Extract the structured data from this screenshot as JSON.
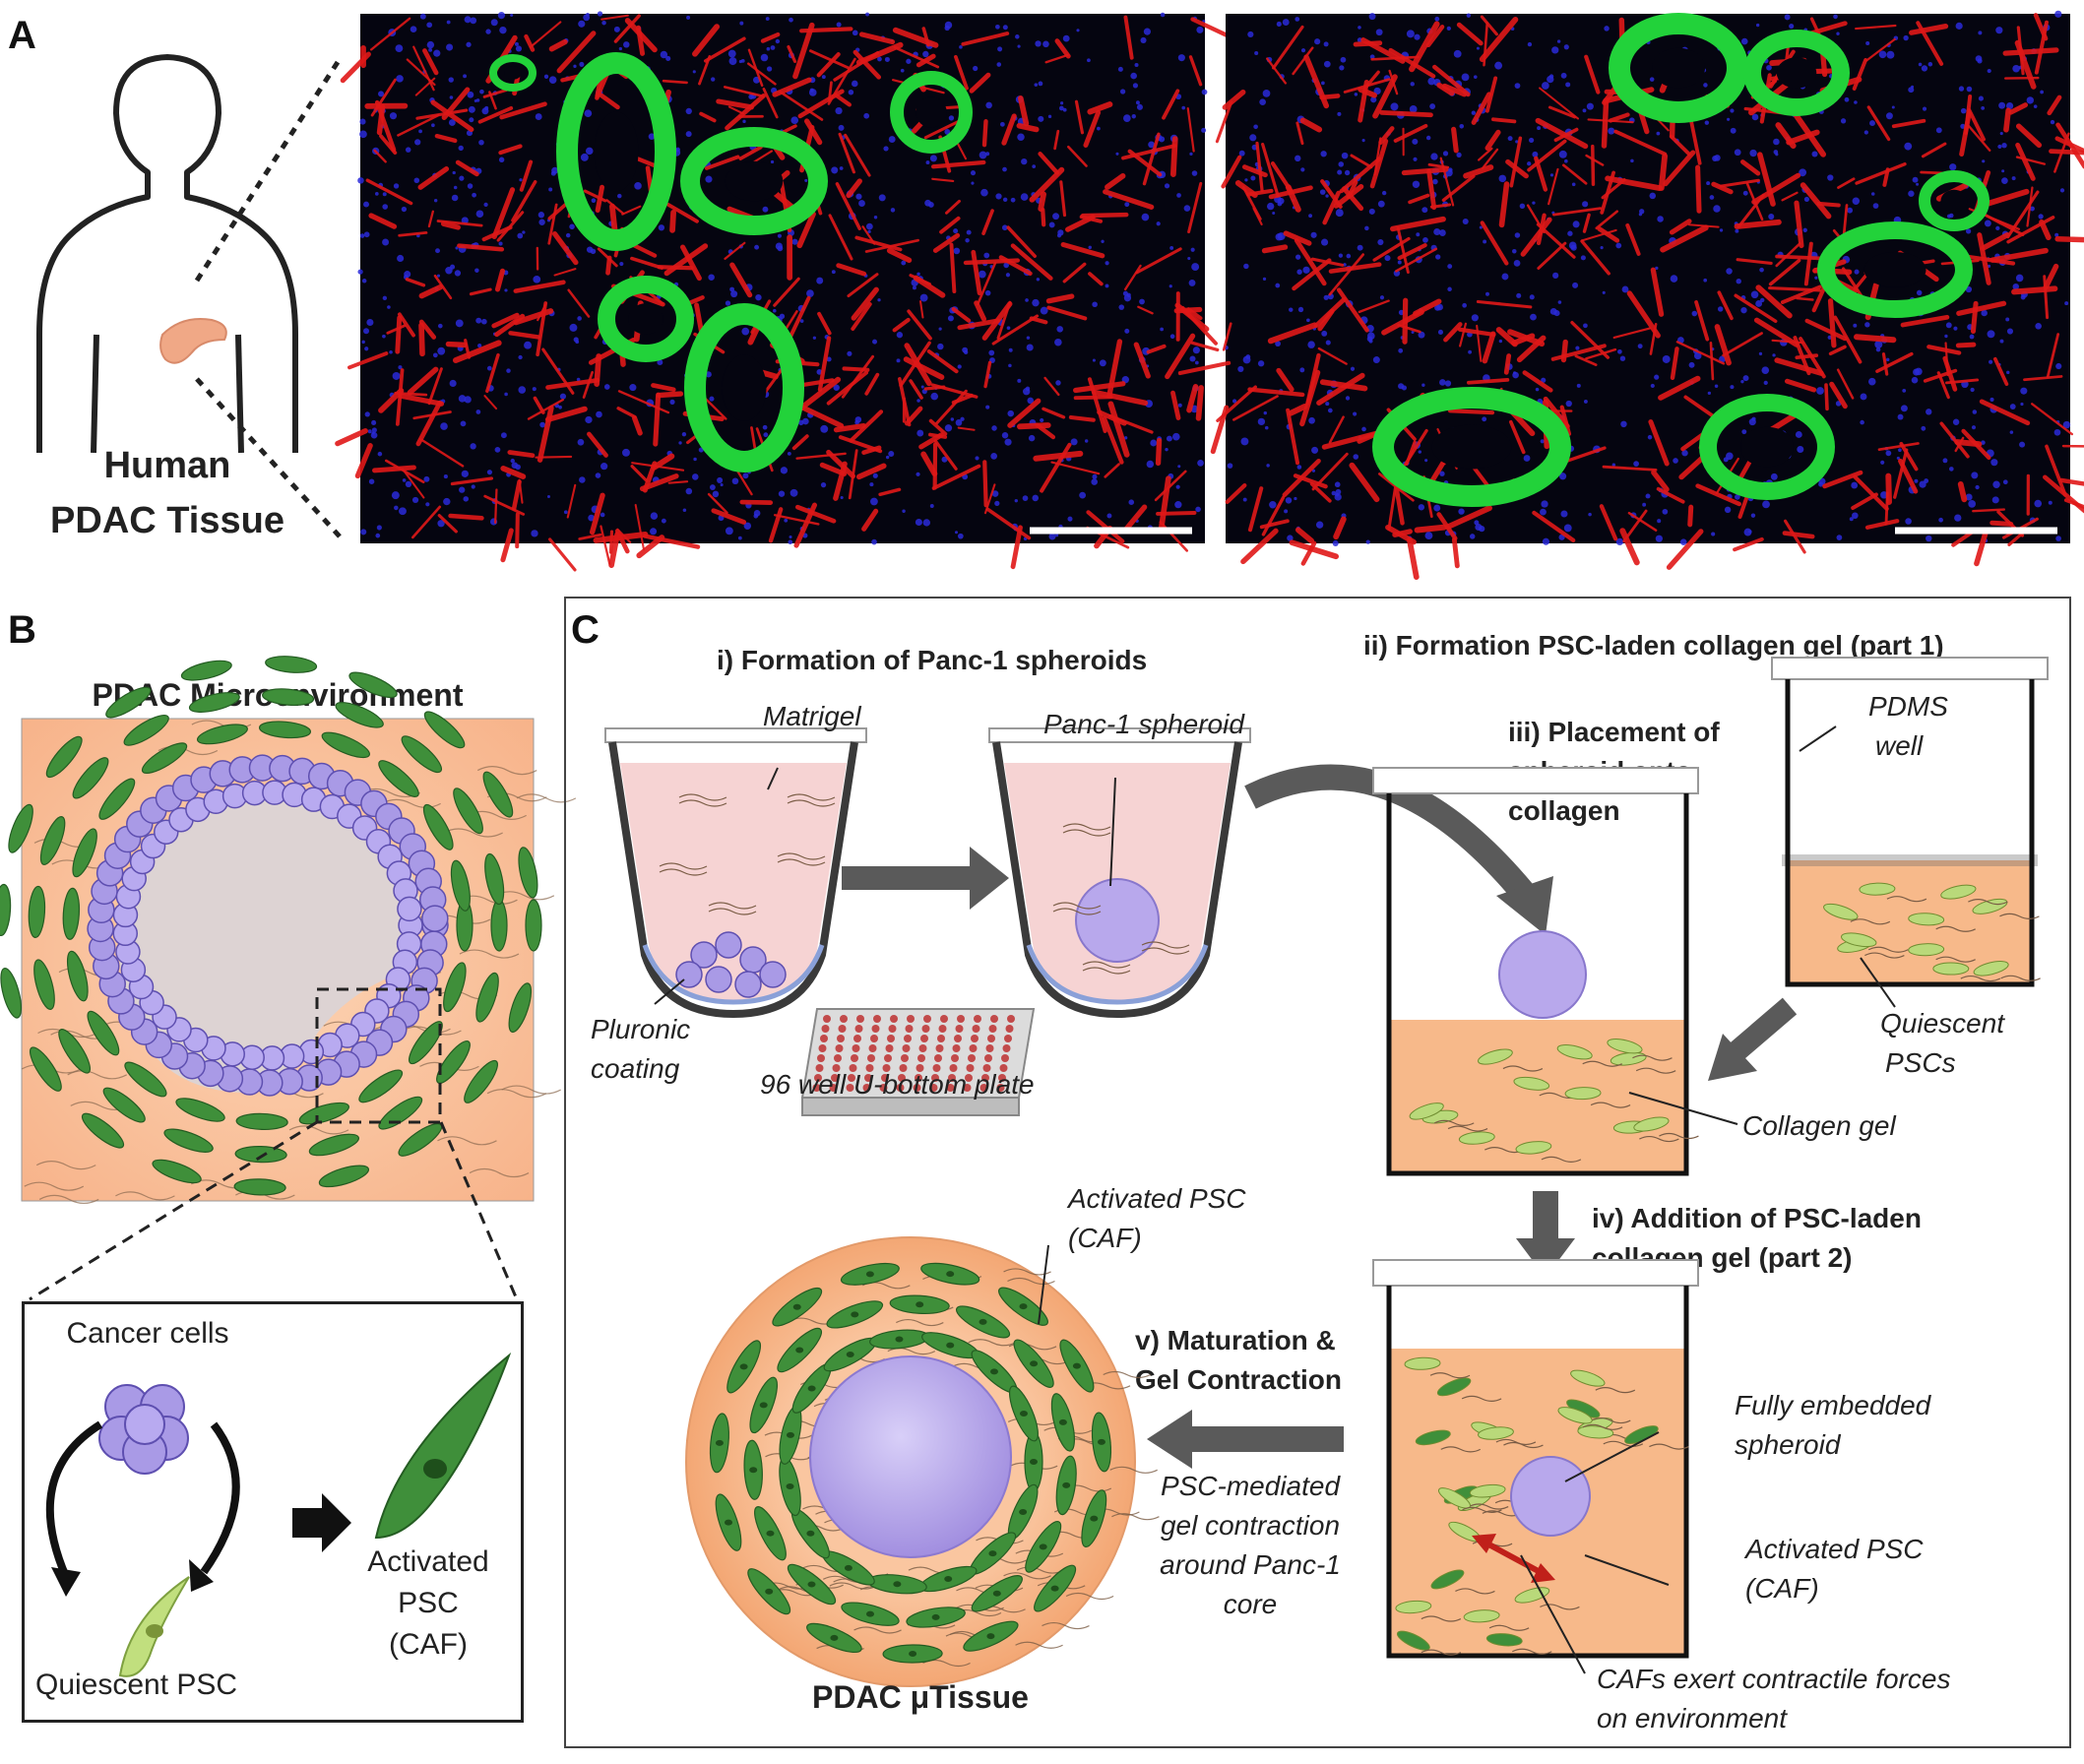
{
  "panels": {
    "a": {
      "letter": "A",
      "title_line1": "Human",
      "title_line2": "PDAC Tissue"
    },
    "b": {
      "letter": "B",
      "title": "PDAC Microenvironment",
      "cancer_cells": "Cancer cells",
      "quiescent_psc": "Quiescent PSC",
      "activated_line1": "Activated",
      "activated_line2": "PSC",
      "activated_line3": "(CAF)"
    },
    "c": {
      "letter": "C",
      "step_i": "i) Formation of Panc-1 spheroids",
      "matrigel": "Matrigel",
      "panc1_spheroid": "Panc-1 spheroid",
      "pluronic_line1": "Pluronic",
      "pluronic_line2": "coating",
      "plate": "96 well U-bottom plate",
      "step_ii": "ii) Formation PSC-laden collagen gel (part 1)",
      "pdms_line1": "PDMS",
      "pdms_line2": "well",
      "step_iii_line1": "iii) Placement of",
      "step_iii_line2": "spheroid onto",
      "step_iii_line3": "collagen",
      "quiescent_line1": "Quiescent",
      "quiescent_line2": "PSCs",
      "collagen_gel": "Collagen gel",
      "step_iv_line1": "iv) Addition of PSC-laden",
      "step_iv_line2": "collagen gel (part 2)",
      "fully_line1": "Fully embedded",
      "fully_line2": "spheroid",
      "activated_psc": "Activated PSC",
      "caf": "(CAF)",
      "cafs_line1": "CAFs exert contractile forces",
      "cafs_line2": "on environment",
      "step_v_line1": "v) Maturation &",
      "step_v_line2": "Gel Contraction",
      "psc_mediated_line1": "PSC-mediated",
      "psc_mediated_line2": "gel contraction",
      "psc_mediated_line3": "around Panc-1",
      "psc_mediated_line4": "core",
      "activated_psc_top_line1": "Activated PSC",
      "activated_psc_top_line2": "(CAF)",
      "utissue": "PDAC μTissue"
    }
  },
  "colors": {
    "stroma_orange": "#f7b98a",
    "cancer_purple": "#a99ae6",
    "caf_green": "#3f8f3a",
    "quiescent_green": "#b9d97a",
    "matrigel_pink": "#f6d3d3",
    "arrow_gray": "#5a5a5a",
    "stain_red": "#e01818",
    "stain_green": "#22d23a",
    "stain_blue": "#2a2ad8"
  }
}
